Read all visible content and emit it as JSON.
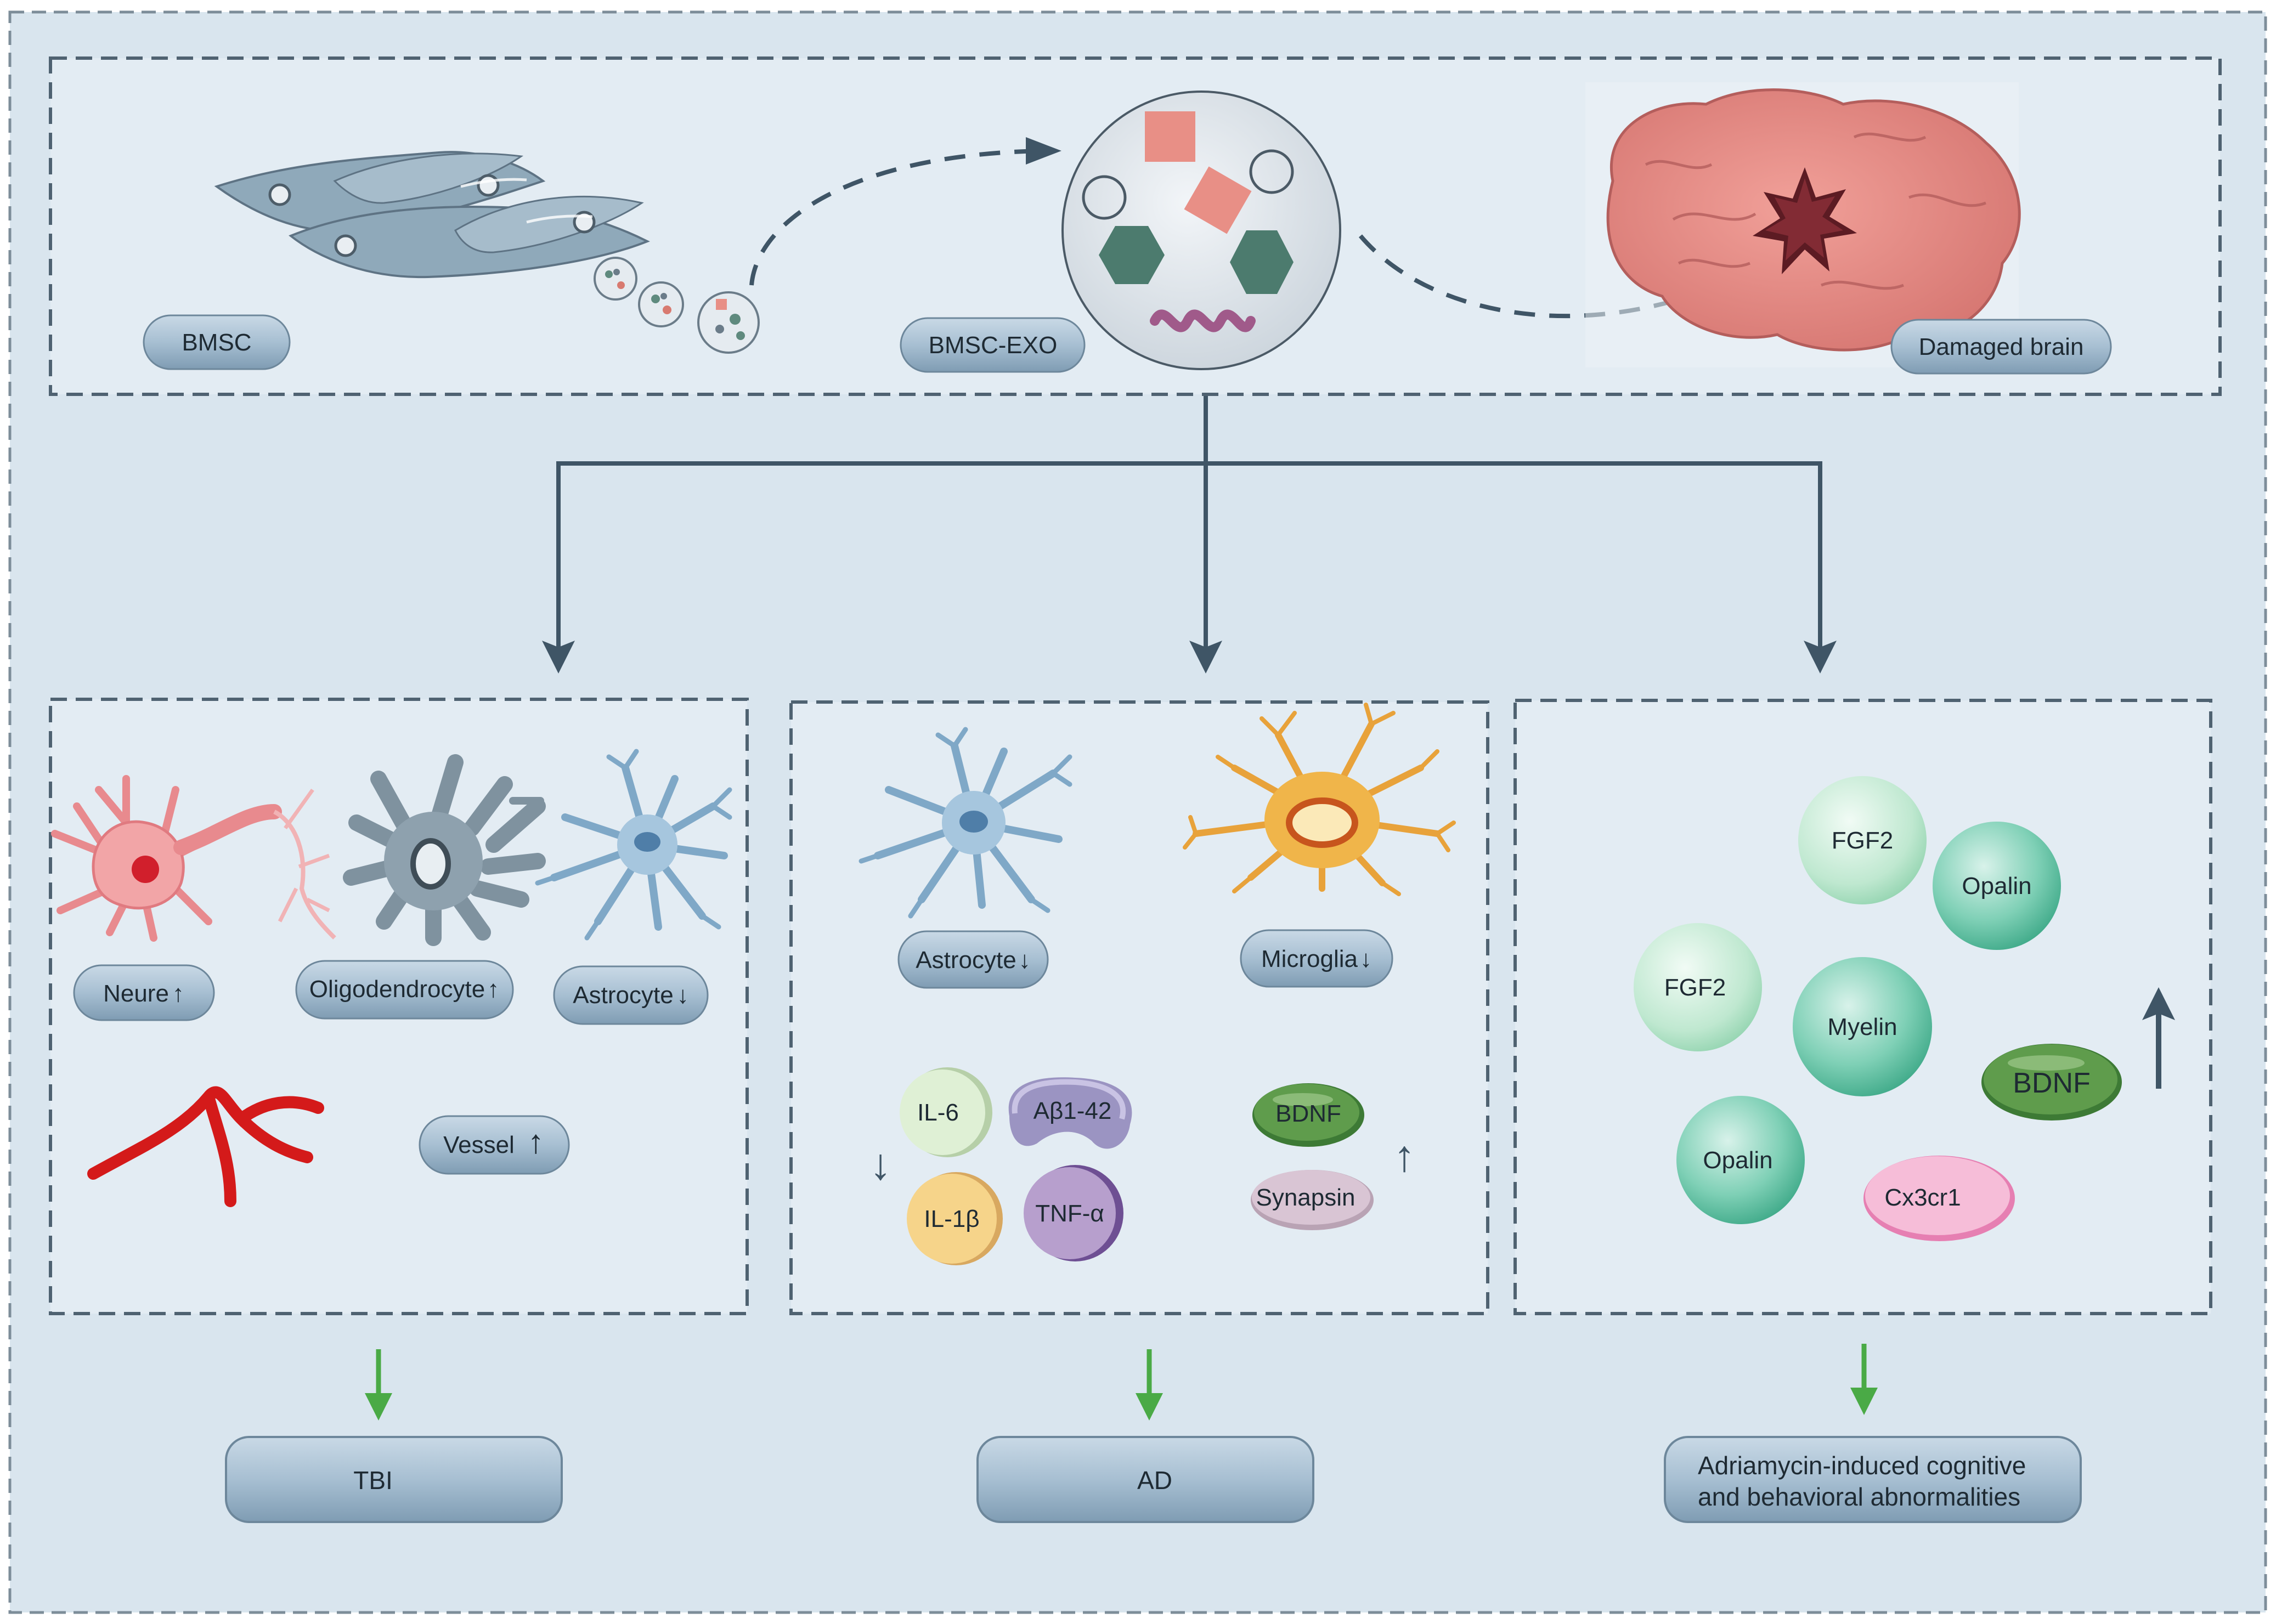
{
  "top_panel": {
    "bmsc_label": "BMSC",
    "exo_label": "BMSC-EXO",
    "brain_label": "Damaged brain"
  },
  "tbi_panel": {
    "neure_label": "Neure",
    "oligodendrocyte_label": "Oligodendrocyte",
    "astrocyte_label": "Astrocyte",
    "vessel_label": "Vessel",
    "up_arrow": "↑",
    "down_arrow": "↓"
  },
  "ad_panel": {
    "astrocyte_label": "Astrocyte",
    "microglia_label": "Microglia",
    "il6": "IL-6",
    "abeta": "Aβ1-42",
    "il1b": "IL-1β",
    "tnfa": "TNF-α",
    "bdnf": "BDNF",
    "synapsin": "Synapsin",
    "up_arrow": "↑",
    "down_arrow": "↓"
  },
  "adr_panel": {
    "fgf2_a": "FGF2",
    "opalin_a": "Opalin",
    "fgf2_b": "FGF2",
    "myelin": "Myelin",
    "bdnf": "BDNF",
    "opalin_b": "Opalin",
    "cx3cr1": "Cx3cr1"
  },
  "outcomes": {
    "tbi": "TBI",
    "ad": "AD",
    "adr_line1": "Adriamycin-induced cognitive",
    "adr_line2": "and behavioral abnormalities"
  },
  "colors": {
    "background": "#d9e5ee",
    "panel": "#e3ecf3",
    "pill": "#a9bfd1",
    "arrow": "#3f5566",
    "green_arrow": "#4aaa46"
  }
}
